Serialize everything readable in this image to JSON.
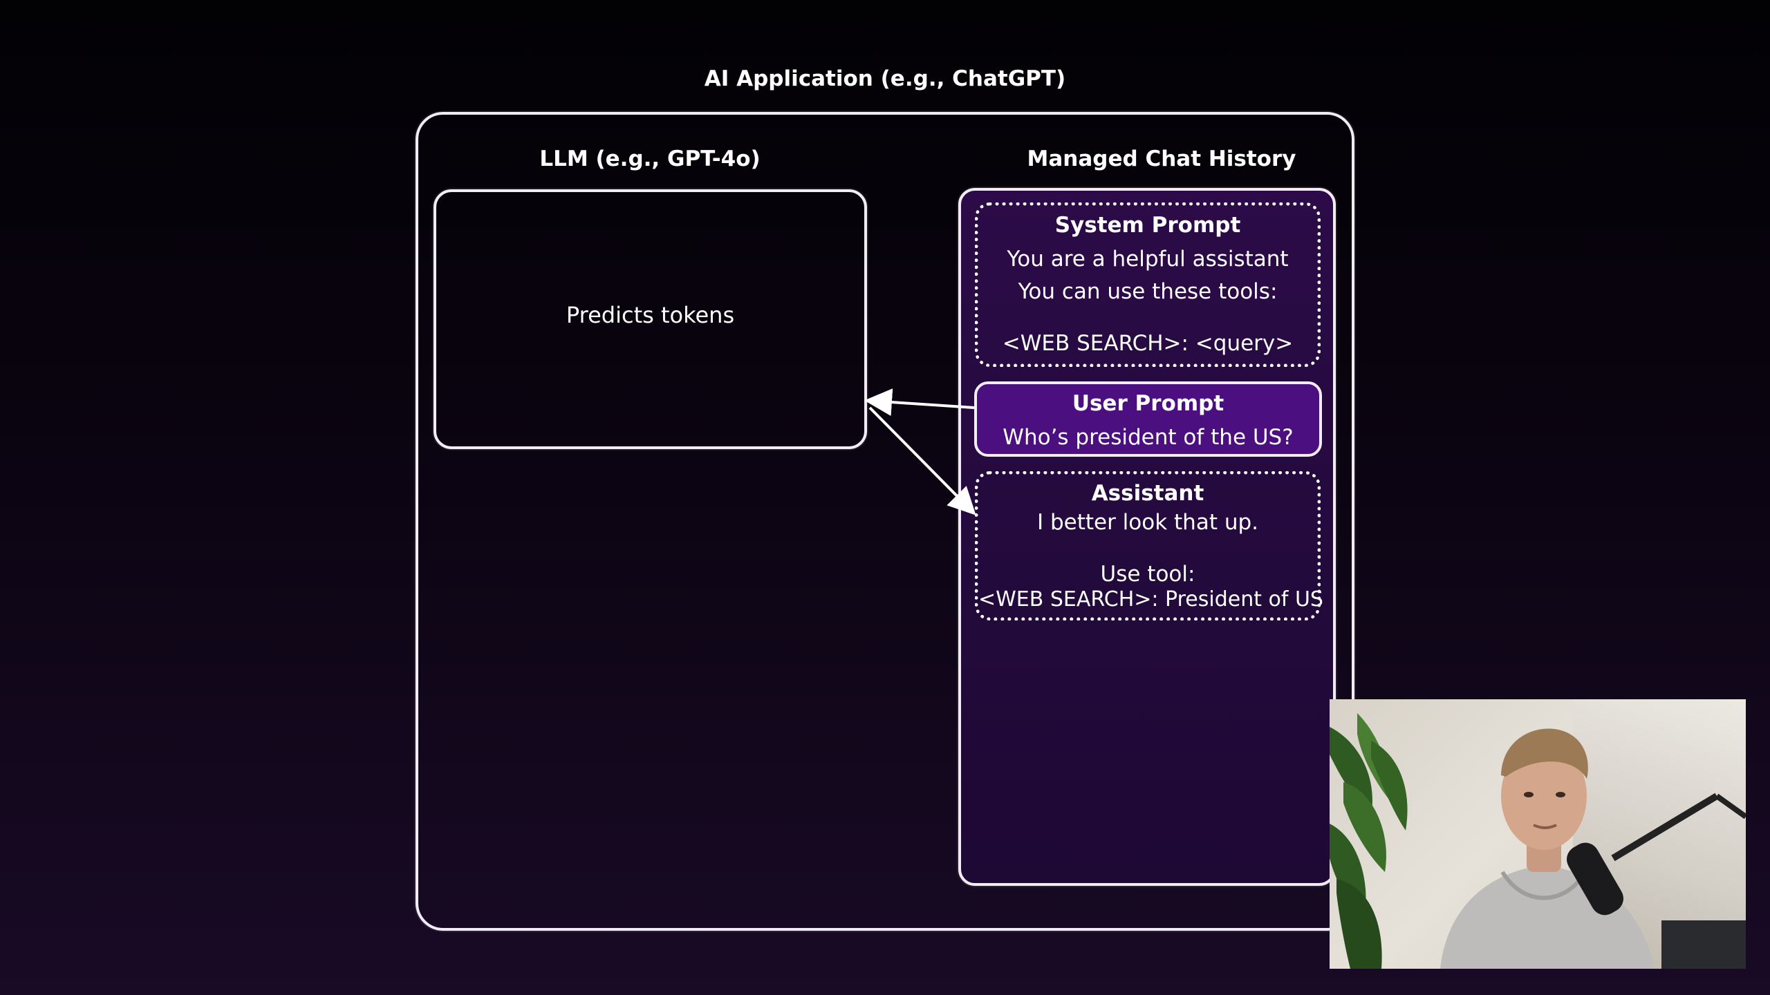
{
  "diagram": {
    "app_title": "AI Application (e.g., ChatGPT)",
    "llm": {
      "title": "LLM (e.g., GPT-4o)",
      "text": "Predicts tokens"
    },
    "history": {
      "title": "Managed Chat History",
      "system_prompt": {
        "title": "System Prompt",
        "lines": [
          "You are a helpful assistant",
          "You can use these tools:",
          "<WEB SEARCH>: <query>"
        ]
      },
      "user_prompt": {
        "title": "User Prompt",
        "text": "Who’s president of the US?"
      },
      "assistant": {
        "title": "Assistant",
        "lines": [
          "I better look that up.",
          "Use tool:",
          "<WEB SEARCH>: President of US"
        ]
      }
    },
    "colors": {
      "background_top": "#020104",
      "background_bottom": "#190a26",
      "history_panel": "#2c0b48",
      "user_prompt_fill": "#4b0f7f",
      "stroke": "#f1ecf6"
    }
  },
  "webcam": {
    "subject": "presenter-video"
  }
}
